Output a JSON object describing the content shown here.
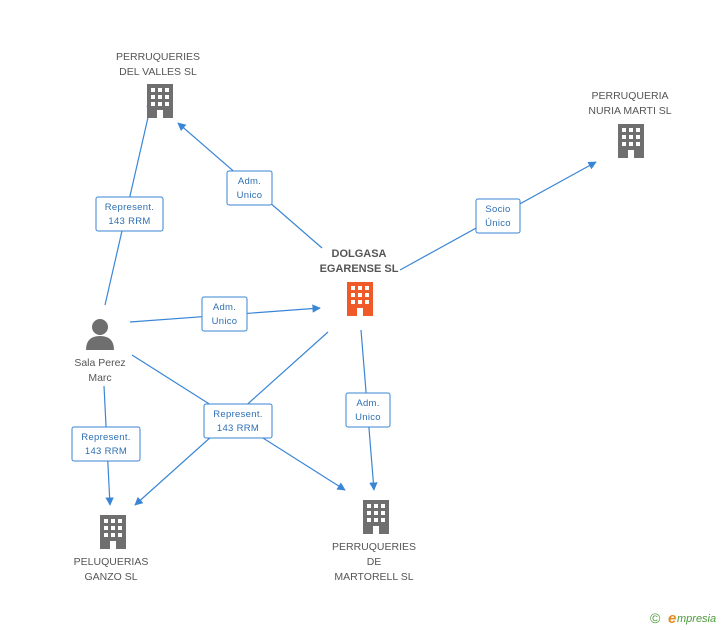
{
  "colors": {
    "edge": "#3a86d6",
    "company_icon": "#6f6f6f",
    "focus_icon": "#f05a28",
    "person_icon": "#6f6f6f",
    "label_text": "#2f6fb3"
  },
  "nodes": {
    "perruqueries_valles": {
      "name_lines": [
        "PERRUQUERIES",
        "DEL VALLES SL"
      ],
      "icon": "building-icon"
    },
    "perruqueria_nuria": {
      "name_lines": [
        "PERRUQUERIA",
        "NURIA MARTI SL"
      ],
      "icon": "building-icon"
    },
    "dolgasa": {
      "name_lines": [
        "DOLGASA",
        "EGARENSE SL"
      ],
      "icon": "building-icon"
    },
    "sala_perez": {
      "name_lines": [
        "Sala Perez",
        "Marc"
      ],
      "icon": "person-icon"
    },
    "peluquerias_ganzo": {
      "name_lines": [
        "PELUQUERIAS",
        "GANZO SL"
      ],
      "icon": "building-icon"
    },
    "perruqueries_martorell": {
      "name_lines": [
        "PERRUQUERIES",
        "DE",
        "MARTORELL SL"
      ],
      "icon": "building-icon"
    }
  },
  "edges": {
    "dolgasa_to_valles": [
      "Adm.",
      "Unico"
    ],
    "dolgasa_to_nuria": [
      "Socio",
      "Único"
    ],
    "sala_to_valles": [
      "Represent.",
      "143 RRM"
    ],
    "sala_to_dolgasa": [
      "Adm.",
      "Unico"
    ],
    "sala_to_ganzo": [
      "Represent.",
      "143 RRM"
    ],
    "dolgasa_to_martorell": [
      "Adm.",
      "Unico"
    ],
    "cross_represent": [
      "Represent.",
      "143 RRM"
    ]
  },
  "brand": {
    "copyright": "©",
    "e": "e",
    "rest": "mpresia"
  }
}
